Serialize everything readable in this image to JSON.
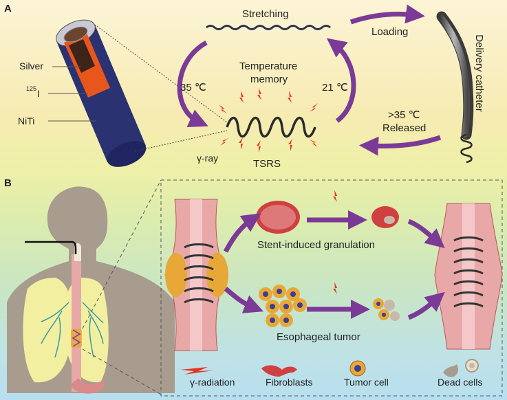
{
  "panel_a": {
    "label": "A",
    "stretching": "Stretching",
    "loading": "Loading",
    "temperature_memory_line1": "Temperature",
    "temperature_memory_line2": "memory",
    "temp_left": "35 ℃",
    "temp_right": "21 ℃",
    "released_temp": ">35 ℃",
    "released": "Released",
    "delivery_catheter": "Delivery catheter",
    "silver": "Silver",
    "iodine_sup": "125",
    "iodine": "I",
    "niti": "NiTi",
    "gamma_ray": "γ-ray",
    "tsrs": "TSRS"
  },
  "panel_b": {
    "label": "B",
    "granulation": "Stent-induced granulation",
    "tumor": "Esophageal tumor",
    "legend": [
      {
        "name": "gamma",
        "label": "γ-radiation"
      },
      {
        "name": "fibroblasts",
        "label": "Fibroblasts"
      },
      {
        "name": "tumor-cell",
        "label": "Tumor cell"
      },
      {
        "name": "dead-cells",
        "label": "Dead cells"
      }
    ]
  },
  "colors": {
    "arrow": "#7b3a96",
    "spring": "#2b2b2b",
    "flash": "#e63323",
    "niti": "#2a3272",
    "iodine": "#e8561c",
    "body": "#a89c8e",
    "lung": "#f2f0a0",
    "tissue": "#e9a8a8",
    "tumor": "#e8a838",
    "nucleus": "#3a3f92"
  }
}
